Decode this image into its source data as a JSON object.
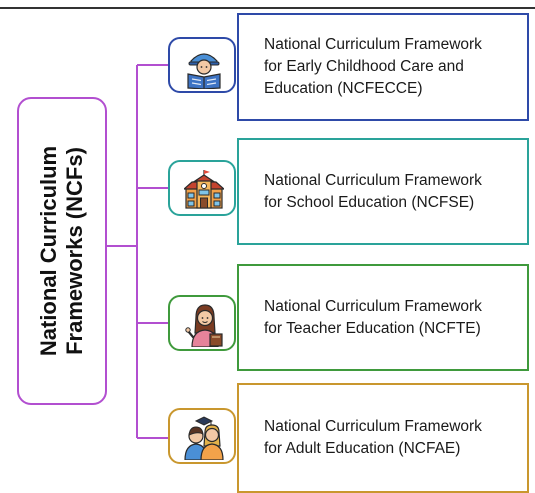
{
  "root": {
    "line1": "National Curriculum",
    "line2": "Frameworks (NCFs)",
    "color": "#b24fd0"
  },
  "frameworks": [
    {
      "text": "National Curriculum Framework\nfor Early Childhood Care and\nEducation (NCFECCE)",
      "color": "#2e4aa8",
      "icon": "child-reading-icon"
    },
    {
      "text": "National Curriculum Framework\nfor School Education (NCFSE)",
      "color": "#2aa39a",
      "icon": "school-building-icon"
    },
    {
      "text": "National Curriculum Framework\nfor Teacher Education (NCFTE)",
      "color": "#3f9a3c",
      "icon": "teacher-icon"
    },
    {
      "text": "National Curriculum Framework\nfor Adult Education (NCFAE)",
      "color": "#c9972e",
      "icon": "adult-learners-icon"
    }
  ]
}
